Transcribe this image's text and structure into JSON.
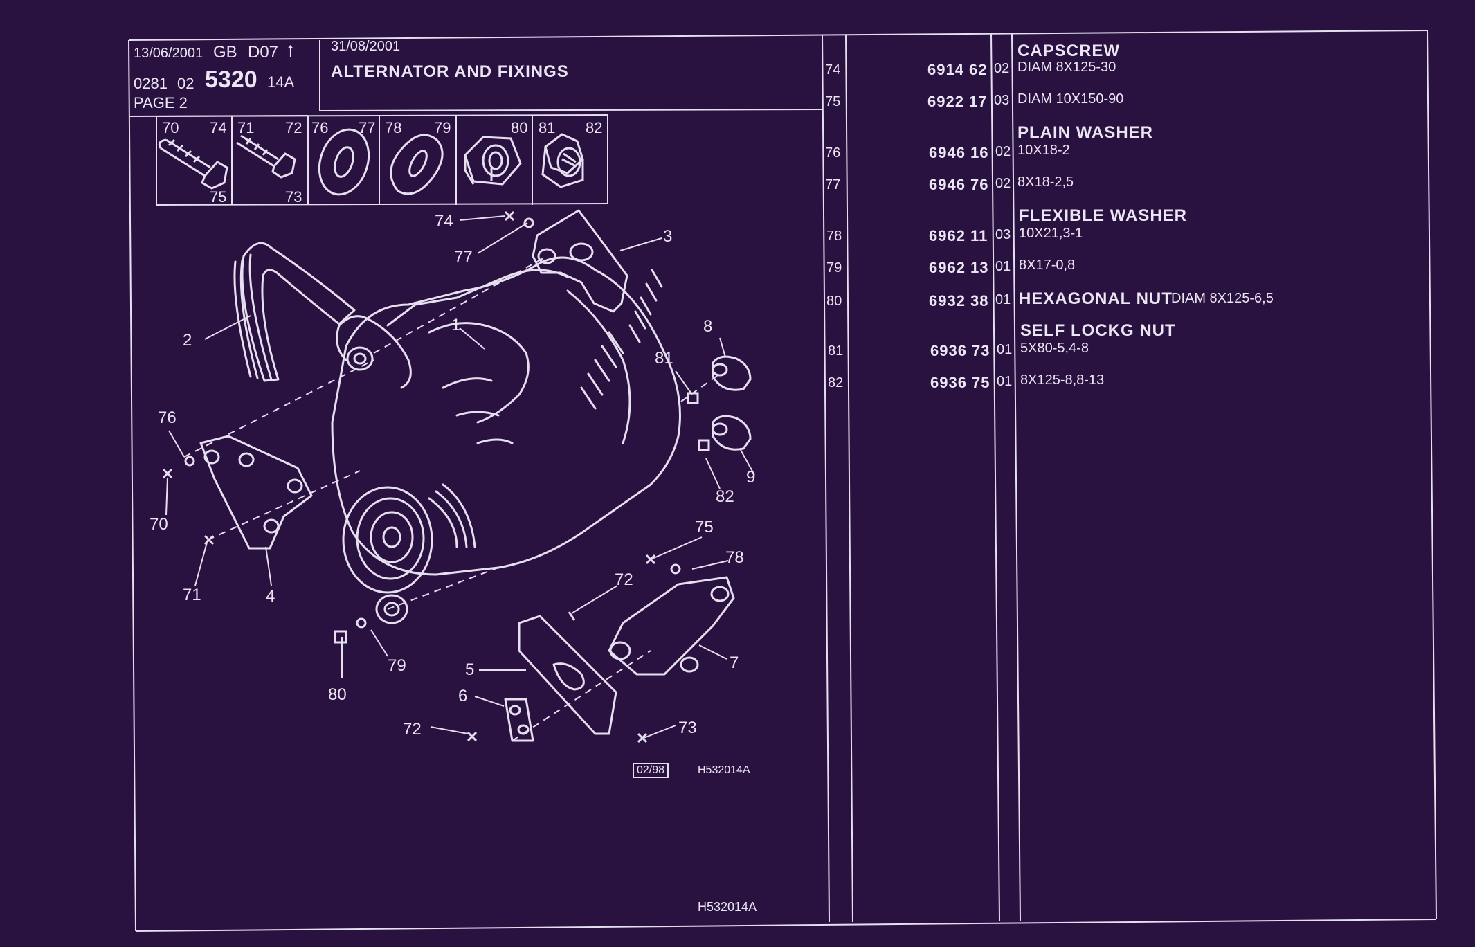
{
  "header": {
    "date1": "13/06/2001",
    "lang": "GB",
    "code": "D07",
    "arrow_glyph": "↑",
    "date2": "31/08/2001",
    "catalog_a": "0281",
    "catalog_b": "02",
    "group_number": "5320",
    "group_suffix": "14A",
    "page_label": "PAGE 2",
    "title": "ALTERNATOR AND FIXINGS"
  },
  "thumbnails": [
    {
      "a": "70",
      "b": "74",
      "c": "75",
      "icon": "long-bolt-icon"
    },
    {
      "a": "71",
      "b": "72",
      "c": "73",
      "icon": "short-bolt-icon"
    },
    {
      "a": "76",
      "b": "77",
      "icon": "plain-washer-icon"
    },
    {
      "a": "78",
      "b": "79",
      "icon": "flexible-washer-icon"
    },
    {
      "a": "80",
      "icon": "hex-nut-icon"
    },
    {
      "a": "81",
      "b": "82",
      "icon": "self-locking-nut-icon"
    }
  ],
  "parts": [
    {
      "group": "CAPSCREW",
      "ref": "74",
      "pn": "6914 62",
      "qty": "02",
      "desc": "DIAM 8X125-30"
    },
    {
      "ref": "75",
      "pn": "6922 17",
      "qty": "03",
      "desc": "DIAM 10X150-90"
    },
    {
      "group": "PLAIN WASHER",
      "ref": "76",
      "pn": "6946 16",
      "qty": "02",
      "desc": "10X18-2"
    },
    {
      "ref": "77",
      "pn": "6946 76",
      "qty": "02",
      "desc": "8X18-2,5"
    },
    {
      "group": "FLEXIBLE WASHER",
      "ref": "78",
      "pn": "6962 11",
      "qty": "03",
      "desc": "10X21,3-1"
    },
    {
      "ref": "79",
      "pn": "6962 13",
      "qty": "01",
      "desc": "8X17-0,8"
    },
    {
      "ref": "80",
      "pn": "6932 38",
      "qty": "01",
      "inline_group": "HEXAGONAL NUT",
      "desc": "DIAM 8X125-6,5"
    },
    {
      "group": "SELF LOCKG NUT",
      "ref": "81",
      "pn": "6936 73",
      "qty": "01",
      "desc": "5X80-5,4-8"
    },
    {
      "ref": "82",
      "pn": "6936 75",
      "qty": "01",
      "desc": "8X125-8,8-13"
    }
  ],
  "diagram": {
    "callouts": [
      "74",
      "77",
      "3",
      "2",
      "1",
      "8",
      "81",
      "76",
      "70",
      "71",
      "4",
      "9",
      "82",
      "75",
      "78",
      "72",
      "7",
      "80",
      "79",
      "5",
      "6",
      "72",
      "73"
    ],
    "revision": "02/98",
    "drawing_ref": "H532014A",
    "drawing_ref_bottom": "H532014A"
  },
  "colors": {
    "background": "#2a1240",
    "ink": "#ece6f4"
  }
}
